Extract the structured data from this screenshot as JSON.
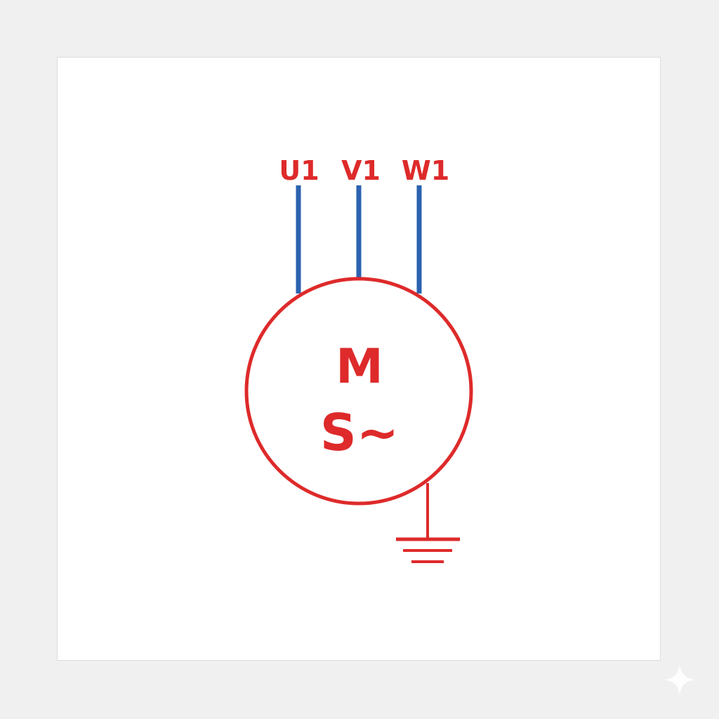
{
  "colors": {
    "wire_blue": "#2b62b0",
    "symbol_red": "#de2a2a",
    "panel_bg": "#ffffff",
    "page_bg": "#f0f0f0"
  },
  "terminals": [
    {
      "label": "U1"
    },
    {
      "label": "V1"
    },
    {
      "label": "W1"
    }
  ],
  "motor": {
    "letter": "M",
    "type": "S~"
  },
  "icons": {
    "ground": "ground-symbol-icon",
    "corner": "sparkle-icon"
  }
}
